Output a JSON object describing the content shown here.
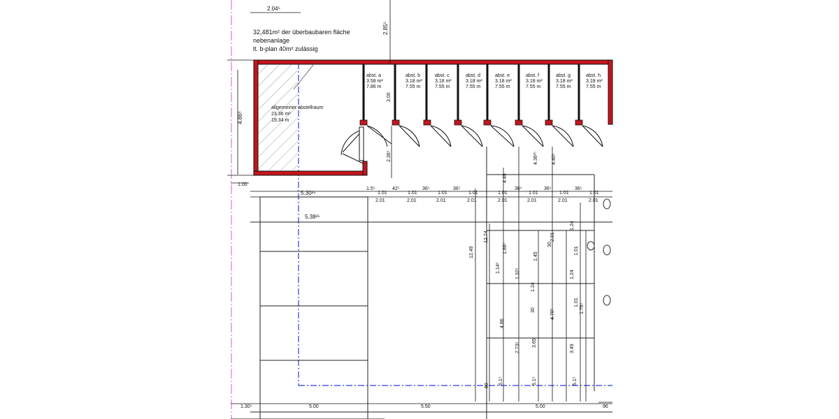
{
  "note": {
    "line1": "32,481m² der überbaubaren fläche",
    "line2": "nebenanlage",
    "line3": "lt. b-plan 40m² zulässig"
  },
  "main_room": {
    "name": "allgemeiner abstellraum",
    "area": "23.36 m²",
    "perimeter": "19.34 m"
  },
  "storage_units": [
    {
      "name": "abst. a",
      "area": "3.58 m²",
      "perimeter": "7.86 m"
    },
    {
      "name": "abst. b",
      "area": "3.18 m²",
      "perimeter": "7.55 m"
    },
    {
      "name": "abst. c",
      "area": "3.18 m²",
      "perimeter": "7.55 m"
    },
    {
      "name": "abst. d",
      "area": "3.18 m²",
      "perimeter": "7.55 m"
    },
    {
      "name": "abst. e",
      "area": "3.18 m²",
      "perimeter": "7.55 m"
    },
    {
      "name": "abst. f",
      "area": "3.18 m²",
      "perimeter": "7.55 m"
    },
    {
      "name": "abst. g",
      "area": "3.18 m²",
      "perimeter": "7.55 m"
    },
    {
      "name": "abst. h",
      "area": "3.18 m²",
      "perimeter": "7.55 m"
    }
  ],
  "dimensions": {
    "top_width": "2.04⁵",
    "top_vertical": "2.85⁵",
    "left_height": "4.86⁵",
    "left_outer": "1.00",
    "width_1": "5.30²⁵",
    "width_2": "5.38²⁵",
    "unit_depth": "3.00",
    "door_offset": "2.36⁵",
    "wall_1": "1.5⁵",
    "seg_101": "1.01",
    "seg_36": "36⁵",
    "seg_42": "42⁵",
    "seg_201": "2.01",
    "h_449": "4.49",
    "h_436": "4.36²⁵",
    "h_440": "4.40⁵",
    "h_1249": "12.49",
    "h_1224": "12.74",
    "h_188": "1.88⁵",
    "h_114": "1.14⁵",
    "h_145": "1.45",
    "h_30": "30",
    "h_201": "2.01",
    "h_124": "1.24",
    "h_132": "1.32⁵",
    "h_101": "1.01",
    "h_176": "1.76⁵",
    "h_486b": "4.86",
    "h_470": "4.70⁵",
    "h_273": "2.73⁵",
    "h_365": "3.65",
    "h_349": "3.49",
    "h_50": "50",
    "h_51": "5.1⁵",
    "bot_130": "1.30⁵",
    "bot_500a": "5.00",
    "bot_550": "5.50",
    "bot_500b": "5.00",
    "bot_96": "96"
  }
}
